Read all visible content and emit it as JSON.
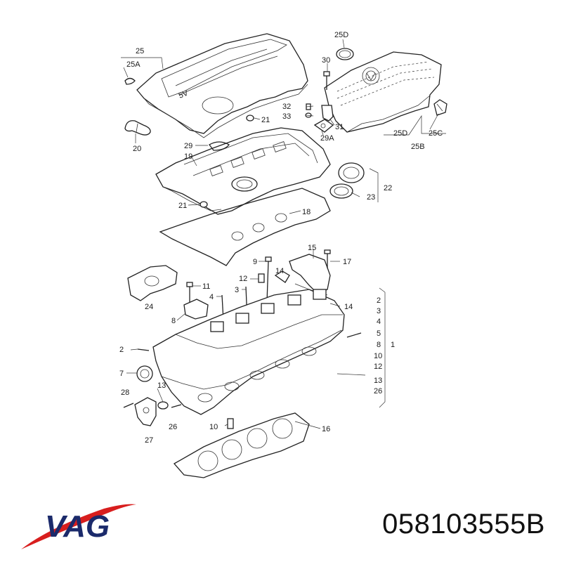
{
  "brand": {
    "name": "VAG"
  },
  "part_number": "058103555B",
  "diagram": {
    "labels": [
      "25",
      "25A",
      "20",
      "25D",
      "30",
      "32",
      "33",
      "31",
      "29A",
      "25C",
      "25D",
      "25B",
      "21",
      "29",
      "19",
      "22",
      "23",
      "21",
      "18",
      "15",
      "17",
      "9",
      "14",
      "11",
      "12",
      "3",
      "4",
      "24",
      "8",
      "14",
      "2",
      "3",
      "4",
      "5",
      "8",
      "10",
      "12",
      "13",
      "26",
      "1",
      "2",
      "7",
      "13",
      "28",
      "26",
      "27",
      "10",
      "16"
    ],
    "cover_text": "5V"
  }
}
